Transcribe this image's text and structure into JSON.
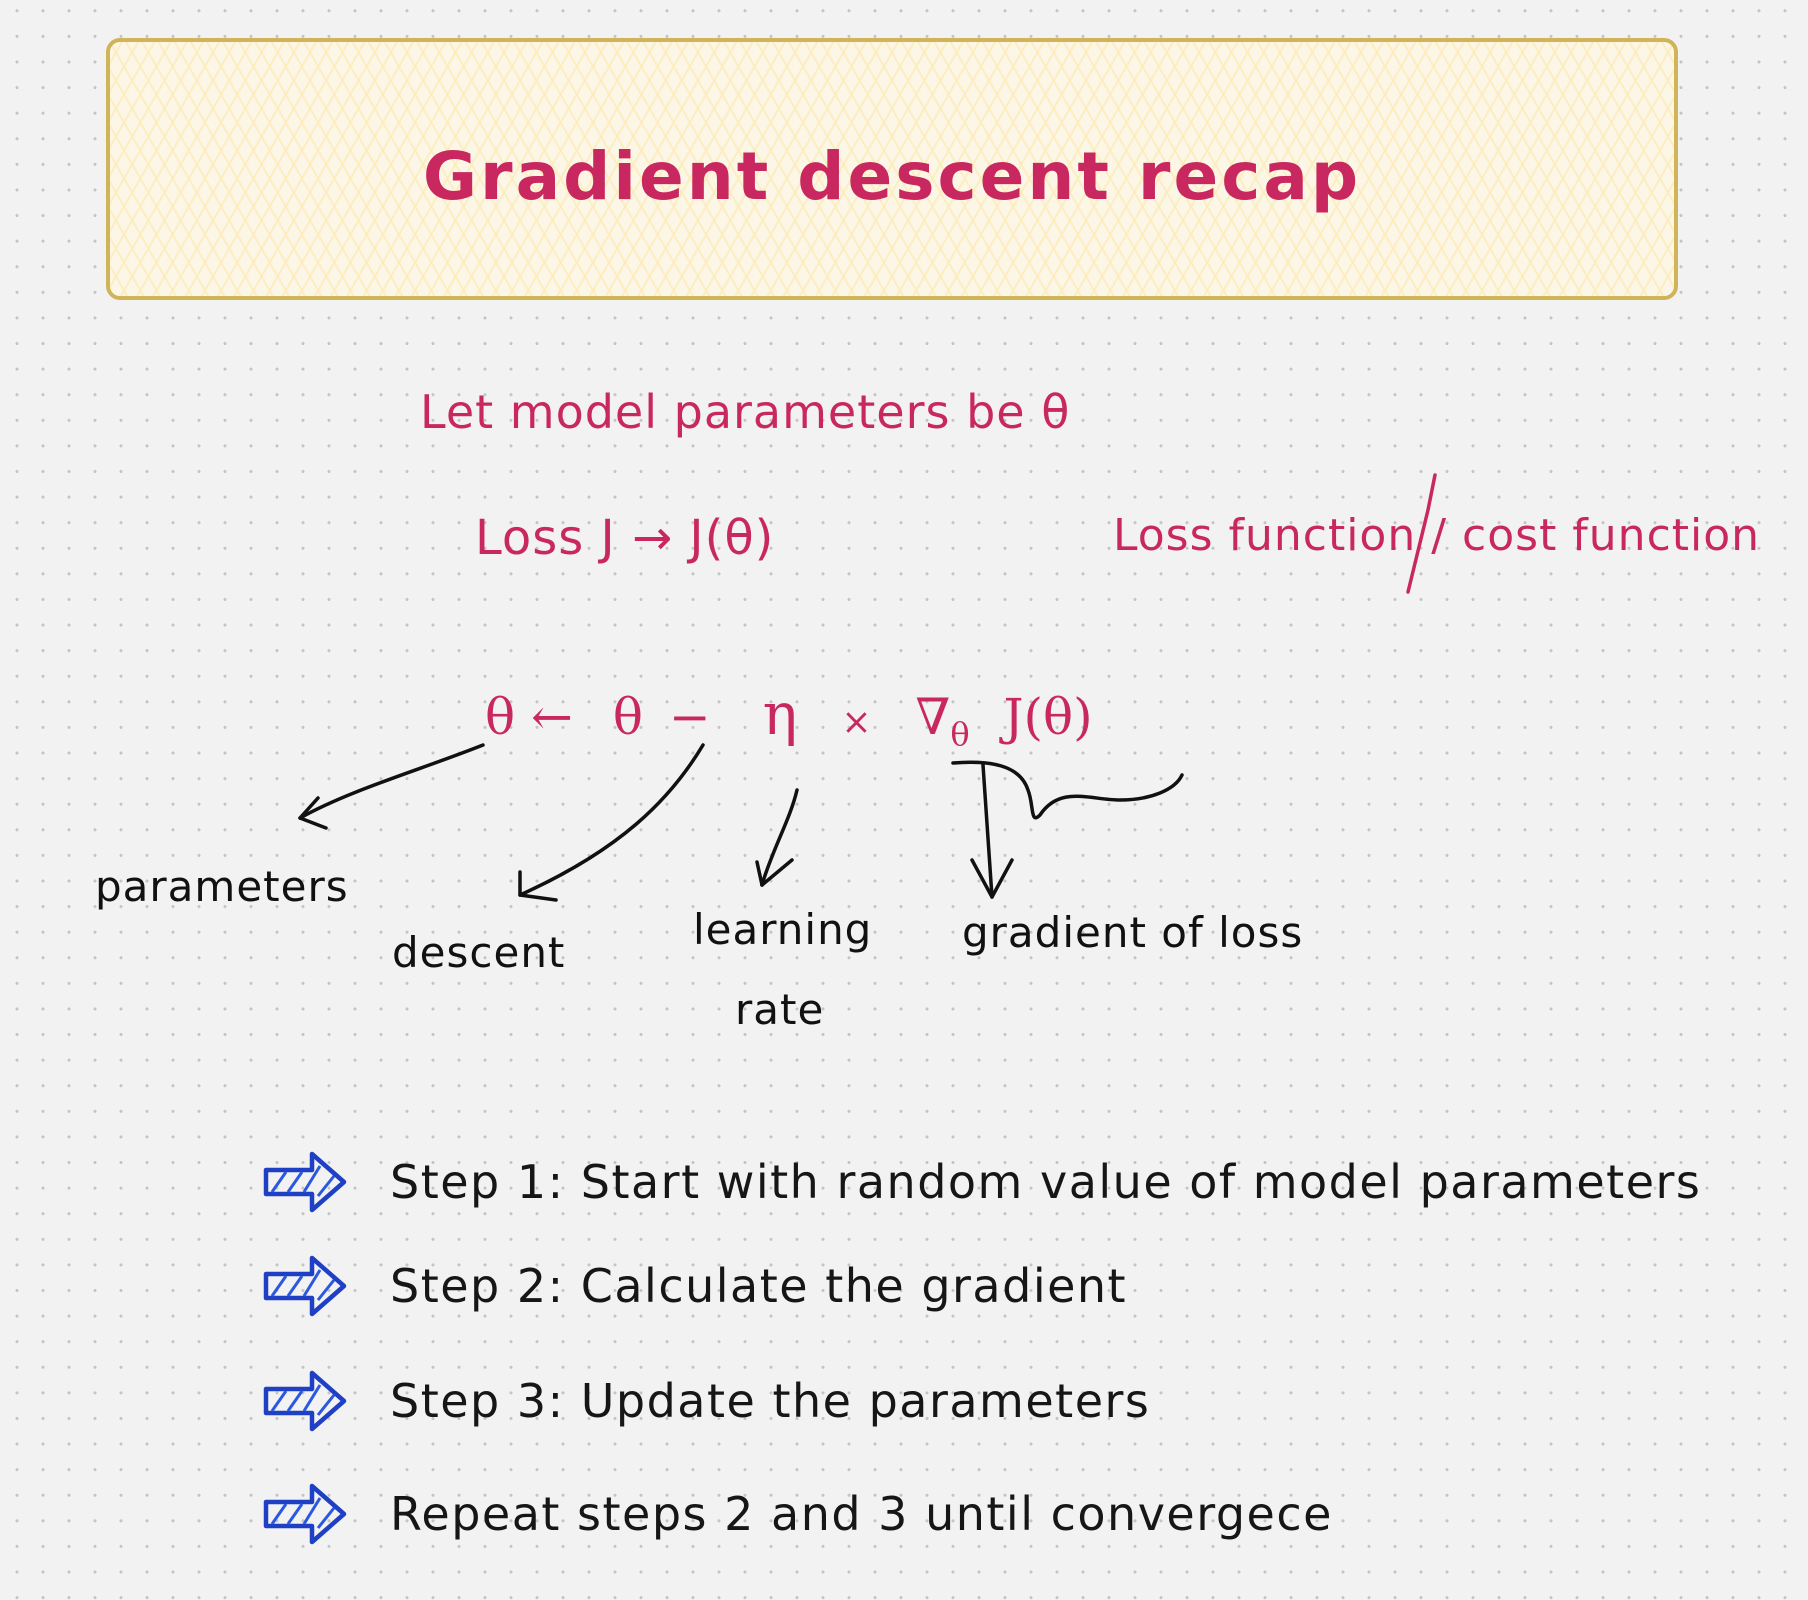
{
  "title": "Gradient descent recap",
  "intro": {
    "line1": "Let model parameters be θ",
    "loss_mapping": "Loss  J → J(θ)",
    "loss_aliases": "Loss function / cost function"
  },
  "update_rule": {
    "expression": "θ ← θ − η × ∇θ J(θ)",
    "parts": {
      "lhs": "θ",
      "arrow": "←",
      "theta": "θ",
      "minus": "−",
      "eta": "η",
      "times": "×",
      "nabla": "∇",
      "nabla_sub": "θ",
      "loss": "J(θ)"
    }
  },
  "annotations": [
    {
      "term": "θ",
      "label": "parameters"
    },
    {
      "term": "−",
      "label": "descent"
    },
    {
      "term": "η",
      "label": "learning rate",
      "label_line1": "learning",
      "label_line2": "rate"
    },
    {
      "term": "∇θ J(θ)",
      "label": "gradient of loss"
    }
  ],
  "steps": [
    {
      "icon": "striped-right-arrow-icon",
      "text": "Step 1: Start with random value of model parameters"
    },
    {
      "icon": "striped-right-arrow-icon",
      "text": "Step 2: Calculate the gradient"
    },
    {
      "icon": "striped-right-arrow-icon",
      "text": "Step 3: Update the parameters"
    },
    {
      "icon": "striped-right-arrow-icon",
      "text": "Repeat steps 2 and 3 until convergece"
    }
  ],
  "colors": {
    "background": "#f2f2f2",
    "grid_dot": "#c4c4c4",
    "title_text": "#c8285f",
    "title_box_border": "#cfb45a",
    "title_box_fill": "#fdecb4",
    "formula_text": "#c8285f",
    "annotation_ink": "#111111",
    "step_arrow": "#1f3fc4"
  }
}
